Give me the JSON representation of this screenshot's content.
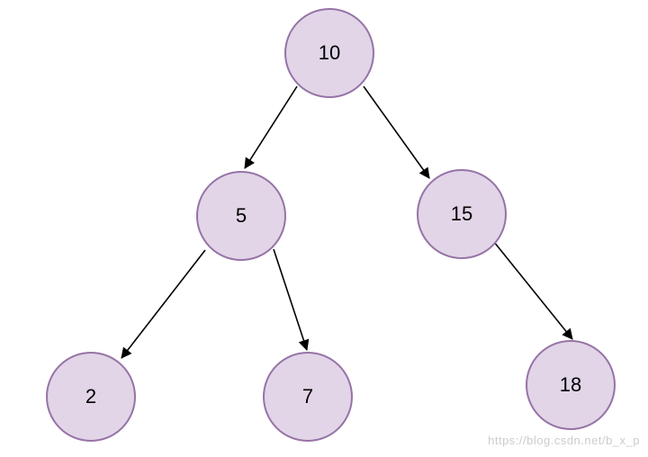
{
  "diagram": {
    "nodes": [
      {
        "id": "n10",
        "value": "10"
      },
      {
        "id": "n5",
        "value": "5"
      },
      {
        "id": "n15",
        "value": "15"
      },
      {
        "id": "n2",
        "value": "2"
      },
      {
        "id": "n7",
        "value": "7"
      },
      {
        "id": "n18",
        "value": "18"
      }
    ],
    "edges": [
      {
        "from": "10",
        "to": "5"
      },
      {
        "from": "10",
        "to": "15"
      },
      {
        "from": "5",
        "to": "2"
      },
      {
        "from": "5",
        "to": "7"
      },
      {
        "from": "15",
        "to": "18"
      }
    ]
  },
  "watermark": {
    "text": "https://blog.csdn.net/b_x_p"
  },
  "colors": {
    "node_fill": "#e1d5e7",
    "node_stroke": "#9673a6",
    "edge": "#000000",
    "watermark_text": "#cccccc",
    "background": "#ffffff"
  }
}
